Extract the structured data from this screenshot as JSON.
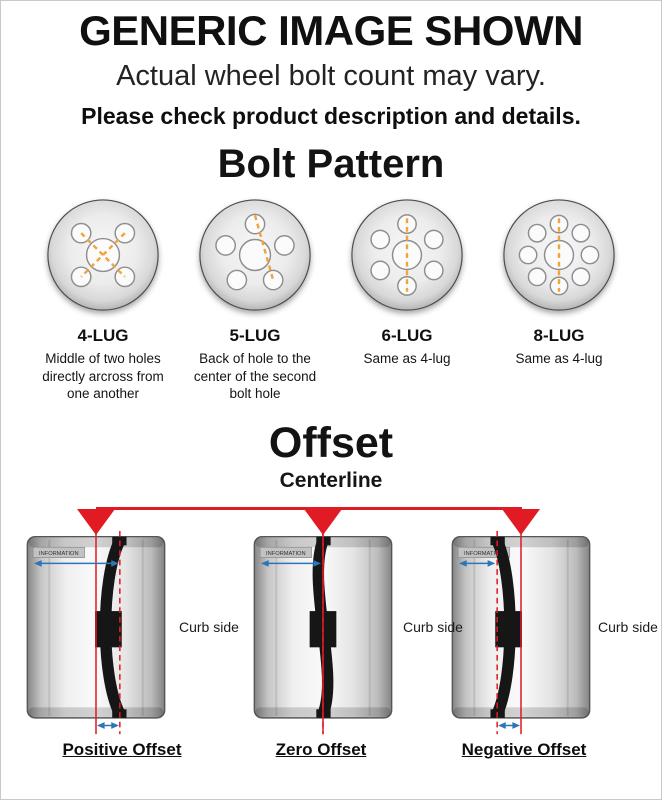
{
  "header": {
    "title": "GENERIC IMAGE SHOWN",
    "subtitle": "Actual wheel bolt count may vary.",
    "note": "Please check product description and details."
  },
  "bolt_section": {
    "title": "Bolt Pattern",
    "lugs": [
      {
        "name": "4-LUG",
        "desc": "Middle of two holes directly arcross from one another"
      },
      {
        "name": "5-LUG",
        "desc": "Back of hole to the center of the second bolt hole"
      },
      {
        "name": "6-LUG",
        "desc": "Same as 4-lug"
      },
      {
        "name": "8-LUG",
        "desc": "Same as 4-lug"
      }
    ]
  },
  "offset_section": {
    "title": "Offset",
    "centerline_label": "Centerline",
    "curb_side_label": "Curb side",
    "rim_label": "INFORMATION",
    "diagrams": [
      {
        "label": "Positive Offset"
      },
      {
        "label": "Zero Offset"
      },
      {
        "label": "Negative Offset"
      }
    ]
  },
  "colors": {
    "accent_red": "#e01b24",
    "accent_orange": "#f1a43b",
    "accent_blue": "#2e75b6"
  }
}
